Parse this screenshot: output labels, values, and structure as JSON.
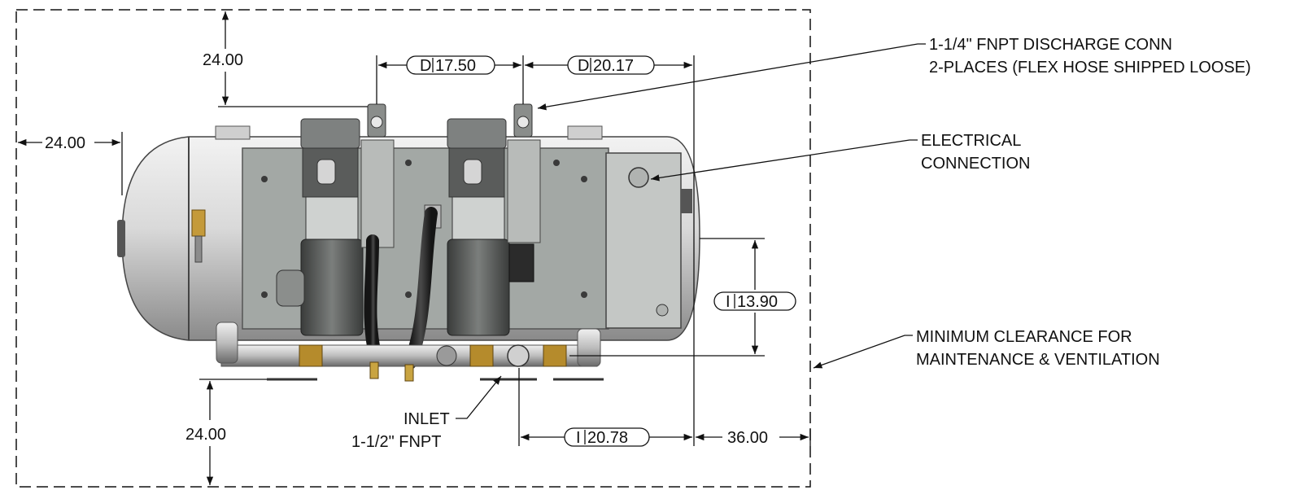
{
  "colors": {
    "line": "#111111",
    "tank_light": "#e2e2e2",
    "tank_dark": "#6e6e6e",
    "panel": "#9ea3a0",
    "motor": "#4f5150",
    "brass": "#b08a2e",
    "hose": "#2a2a2a"
  },
  "dimensions": {
    "top_clearance": "24.00",
    "left_clearance": "24.00",
    "bottom_clearance": "24.00",
    "right_clearance": "36.00",
    "discharge_spacing": {
      "tag": "D",
      "value": "17.50"
    },
    "discharge_to_end": {
      "tag": "D",
      "value": "20.17"
    },
    "inlet_height": {
      "tag": "I",
      "value": "13.90"
    },
    "inlet_to_end": {
      "tag": "I",
      "value": "20.78"
    }
  },
  "callouts": {
    "discharge": {
      "line1": "1-1/4\" FNPT DISCHARGE CONN",
      "line2": "2-PLACES (FLEX HOSE SHIPPED LOOSE)"
    },
    "electrical": {
      "line1": "ELECTRICAL",
      "line2": "CONNECTION"
    },
    "clearance": {
      "line1": "MINIMUM CLEARANCE FOR",
      "line2": "MAINTENANCE & VENTILATION"
    },
    "inlet": {
      "line1": "INLET",
      "line2": "1-1/2\" FNPT"
    }
  }
}
